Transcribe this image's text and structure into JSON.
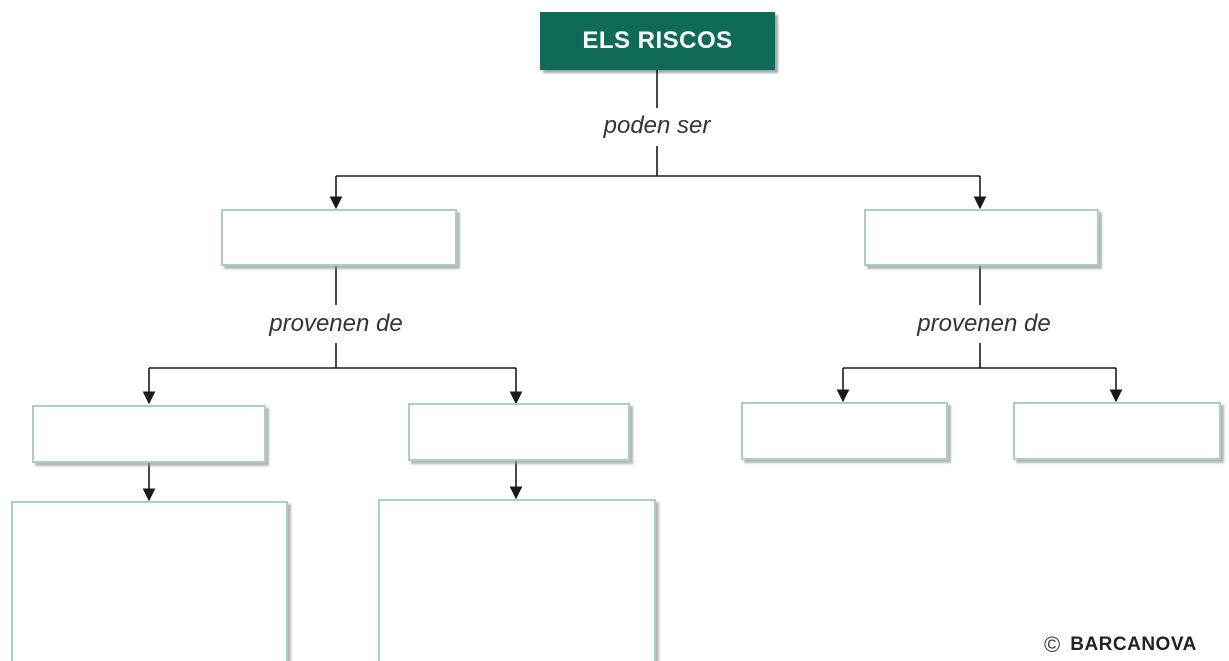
{
  "diagram": {
    "root": {
      "label": "ELS RISCOS"
    },
    "links": {
      "root_to_level1": "poden ser",
      "left_to_level2": "provenen de",
      "right_to_level2": "provenen de"
    },
    "boxes": {
      "level1_left": "",
      "level1_right": "",
      "level2_left_a": "",
      "level2_left_b": "",
      "level2_right_a": "",
      "level2_right_b": "",
      "level3_left_a": "",
      "level3_left_b": ""
    }
  },
  "footer": {
    "copyright_symbol": "©",
    "brand": "BARCANOVA"
  },
  "colors": {
    "root_fill": "#0f6b58",
    "box_border": "#a9cfc5",
    "line": "#1a1a1a"
  }
}
